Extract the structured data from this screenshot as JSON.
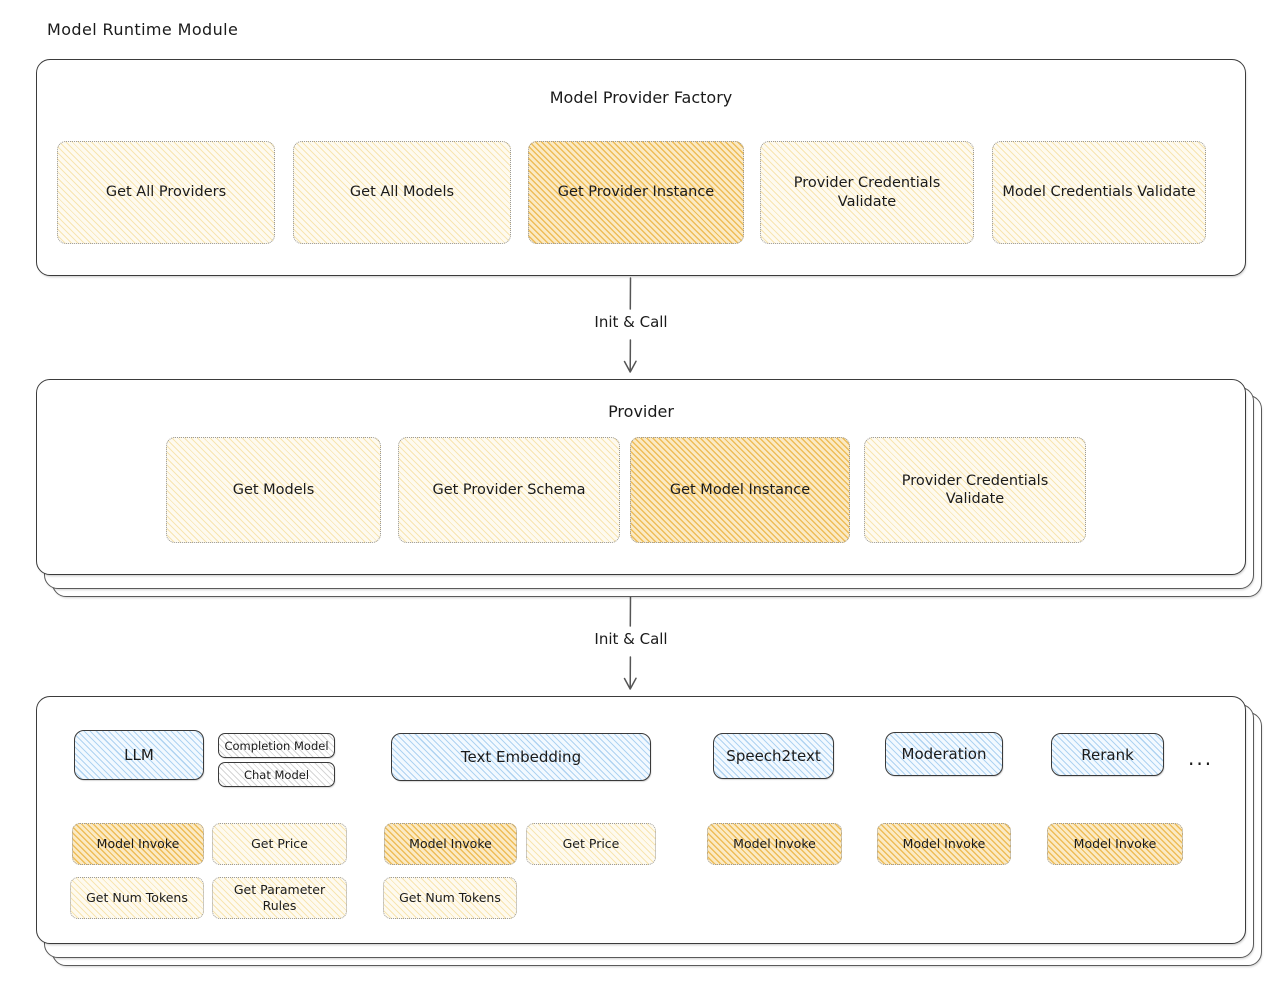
{
  "diagram": {
    "title": "Model Runtime Module",
    "type": "architecture-flow"
  },
  "sections": {
    "factory": {
      "title": "Model Provider Factory",
      "boxes": [
        {
          "label": "Get All Providers",
          "highlight": false
        },
        {
          "label": "Get All Models",
          "highlight": false
        },
        {
          "label": "Get Provider Instance",
          "highlight": true
        },
        {
          "label": "Provider Credentials Validate",
          "highlight": false
        },
        {
          "label": "Model Credentials Validate",
          "highlight": false
        }
      ]
    },
    "provider": {
      "title": "Provider",
      "stacked": true,
      "stack_layers": 2,
      "boxes": [
        {
          "label": "Get Models",
          "highlight": false
        },
        {
          "label": "Get Provider Schema",
          "highlight": false
        },
        {
          "label": "Get Model Instance",
          "highlight": true
        },
        {
          "label": "Provider Credentials Validate",
          "highlight": false
        }
      ]
    },
    "models": {
      "stacked": true,
      "stack_layers": 2,
      "ellipsis": "...",
      "groups": [
        {
          "name": "LLM",
          "subtypes": [
            "Completion Model",
            "Chat Model"
          ],
          "ops": [
            {
              "label": "Model Invoke",
              "highlight": true
            },
            {
              "label": "Get Price",
              "highlight": false
            },
            {
              "label": "Get Num Tokens",
              "highlight": false
            },
            {
              "label": "Get Parameter Rules",
              "highlight": false
            }
          ]
        },
        {
          "name": "Text Embedding",
          "subtypes": [],
          "ops": [
            {
              "label": "Model Invoke",
              "highlight": true
            },
            {
              "label": "Get Price",
              "highlight": false
            },
            {
              "label": "Get Num Tokens",
              "highlight": false
            }
          ]
        },
        {
          "name": "Speech2text",
          "subtypes": [],
          "ops": [
            {
              "label": "Model Invoke",
              "highlight": true
            }
          ]
        },
        {
          "name": "Moderation",
          "subtypes": [],
          "ops": [
            {
              "label": "Model Invoke",
              "highlight": true
            }
          ]
        },
        {
          "name": "Rerank",
          "subtypes": [],
          "ops": [
            {
              "label": "Model Invoke",
              "highlight": true
            }
          ]
        }
      ]
    }
  },
  "arrows": [
    {
      "label": "Init & Call",
      "from": "factory",
      "to": "provider"
    },
    {
      "label": "Init & Call",
      "from": "provider",
      "to": "models"
    }
  ],
  "colors": {
    "fill_light": "#fefaef",
    "fill_highlight": "#fbeac4",
    "fill_blue": "#eaf4fd",
    "stroke_dashed": "#9a9a9a",
    "stroke_solid": "#3a3a3a",
    "text": "#1b1b1b",
    "page_background": "#ffffff"
  }
}
